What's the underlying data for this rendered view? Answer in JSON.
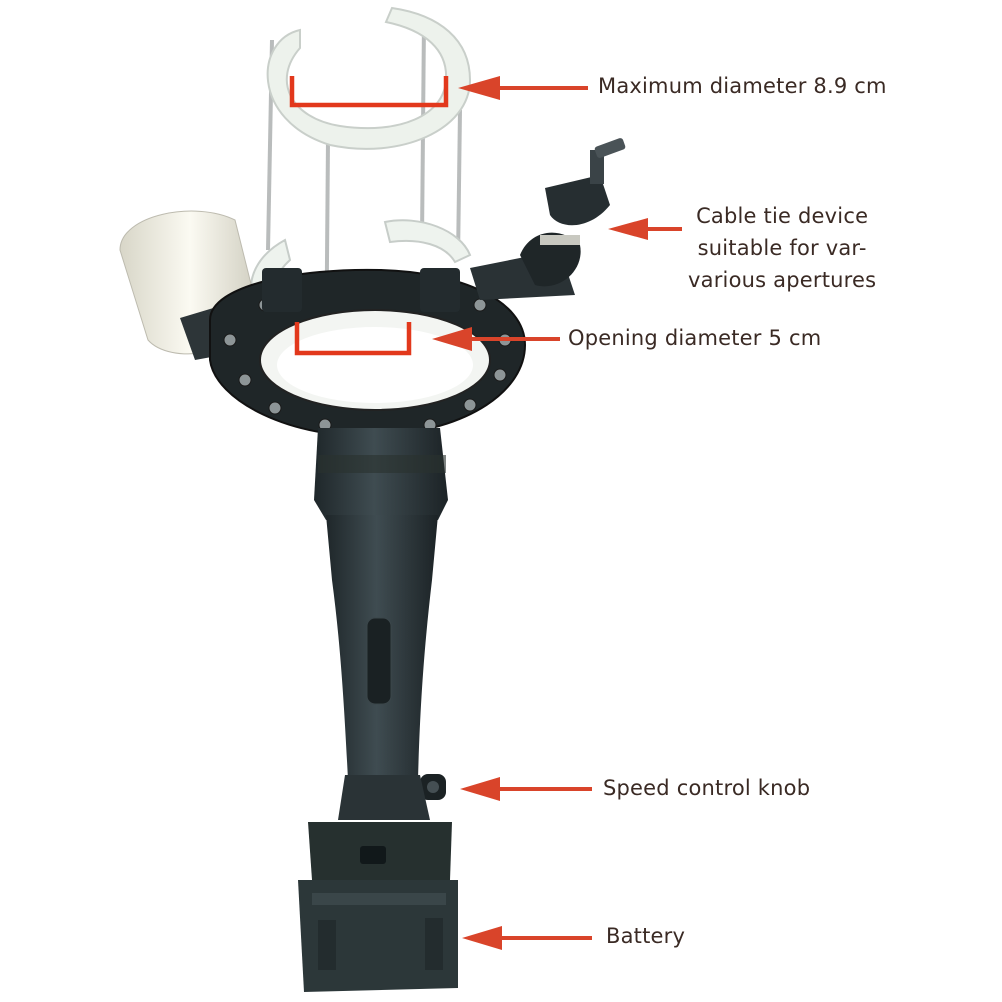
{
  "annotations": {
    "max_diameter": "Maximum diameter 8.9 cm",
    "cable_tie": [
      "Cable tie device",
      "suitable for var-",
      "various apertures"
    ],
    "opening_diameter": "Opening diameter 5 cm",
    "speed_control": "Speed control knob",
    "battery": "Battery"
  },
  "colors": {
    "arrow": "#d9442a",
    "bracket": "#e2381c",
    "body": "#2f3a3e",
    "ring": "#eef3ee",
    "text": "#3a2a24"
  }
}
